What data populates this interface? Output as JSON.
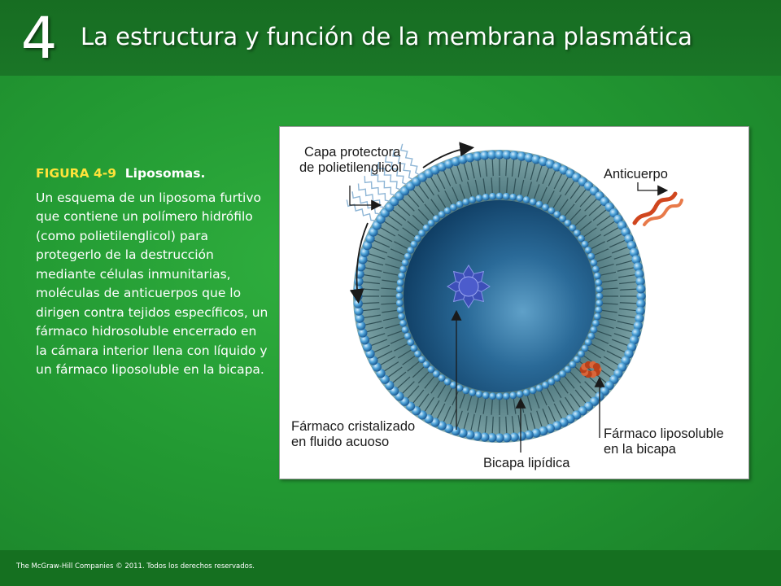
{
  "header": {
    "chapter_number": "4",
    "title": "La estructura y función de la membrana plasmática"
  },
  "caption": {
    "figure_number": "FIGURA 4-9",
    "figure_name": "Liposomas.",
    "body": "Un esquema de un liposoma furtivo que contiene un polímero hidrófilo (como polietilenglicol) para protegerlo de la destrucción mediante células inmunitarias, moléculas de anticuerpos que lo dirigen contra tejidos específicos, un fármaco hidrosoluble encerrado en la cámara interior llena con líquido y un fármaco liposoluble en la bicapa."
  },
  "diagram": {
    "labels": {
      "peg_line1": "Capa protectora",
      "peg_line2": "de polietilenglicol",
      "antibody": "Anticuerpo",
      "crystal_line1": "Fármaco cristalizado",
      "crystal_line2": "en fluido acuoso",
      "bilayer": "Bicapa lipídica",
      "lipo_line1": "Fármaco liposoluble",
      "lipo_line2": "en la bicapa"
    },
    "colors": {
      "head_blue": "#4fa3d8",
      "core_dark": "#0f3d63",
      "antibody": "#d0461e",
      "crystal": "#3d4fb8",
      "lipo_drug": "#b8401a"
    }
  },
  "footer": {
    "copyright": "The McGraw-Hill Companies © 2011. Todos los derechos reservados."
  }
}
